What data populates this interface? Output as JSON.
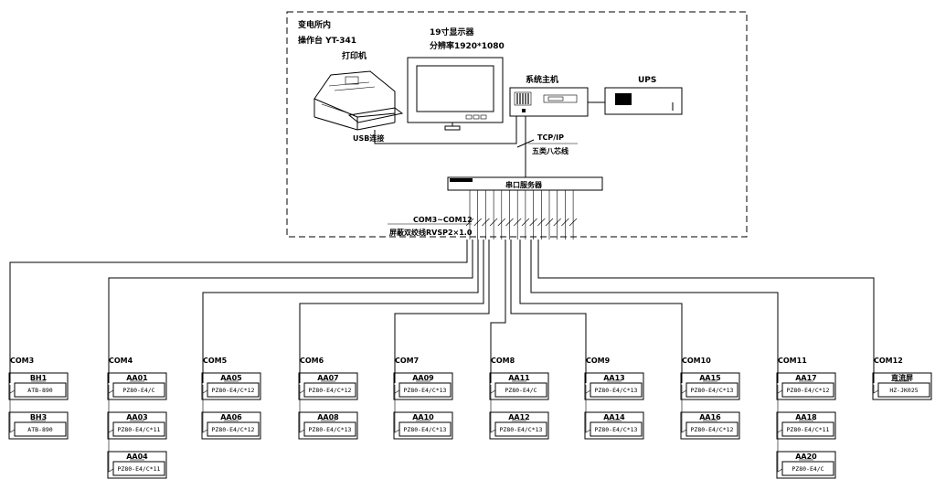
{
  "substation": {
    "title": "变电所内",
    "console": "操作台 YT-341",
    "monitor": "19寸显示器",
    "resolution": "分辨率1920*1080",
    "printer": "打印机",
    "host": "系统主机",
    "ups": "UPS",
    "usb": "USB连接",
    "tcp": "TCP/IP",
    "cable5": "五类八芯线",
    "server": "串口服务器",
    "com_range": "COM3~COM12",
    "shield_cable": "屏蔽双绞线RVSP2×1.0"
  },
  "columns": [
    {
      "com": "COM3",
      "devices": [
        {
          "name": "BH1",
          "model": "ATB-890"
        },
        {
          "name": "BH3",
          "model": "ATB-890"
        }
      ]
    },
    {
      "com": "COM4",
      "devices": [
        {
          "name": "AA01",
          "model": "PZ80-E4/C"
        },
        {
          "name": "AA03",
          "model": "PZ80-E4/C*11"
        },
        {
          "name": "AA04",
          "model": "PZ80-E4/C*11"
        }
      ]
    },
    {
      "com": "COM5",
      "devices": [
        {
          "name": "AA05",
          "model": "PZ80-E4/C*12"
        },
        {
          "name": "AA06",
          "model": "PZ80-E4/C*12"
        }
      ]
    },
    {
      "com": "COM6",
      "devices": [
        {
          "name": "AA07",
          "model": "PZ80-E4/C*12"
        },
        {
          "name": "AA08",
          "model": "PZ80-E4/C*13"
        }
      ]
    },
    {
      "com": "COM7",
      "devices": [
        {
          "name": "AA09",
          "model": "PZ80-E4/C*13"
        },
        {
          "name": "AA10",
          "model": "PZ80-E4/C*13"
        }
      ]
    },
    {
      "com": "COM8",
      "devices": [
        {
          "name": "AA11",
          "model": "PZ80-E4/C"
        },
        {
          "name": "AA12",
          "model": "PZ80-E4/C*13"
        }
      ]
    },
    {
      "com": "COM9",
      "devices": [
        {
          "name": "AA13",
          "model": "PZ80-E4/C*13"
        },
        {
          "name": "AA14",
          "model": "PZ80-E4/C*13"
        }
      ]
    },
    {
      "com": "COM10",
      "devices": [
        {
          "name": "AA15",
          "model": "PZ80-E4/C*13"
        },
        {
          "name": "AA16",
          "model": "PZ80-E4/C*12"
        }
      ]
    },
    {
      "com": "COM11",
      "devices": [
        {
          "name": "AA17",
          "model": "PZ80-E4/C*12"
        },
        {
          "name": "AA18",
          "model": "PZ80-E4/C*11"
        },
        {
          "name": "AA20",
          "model": "PZ80-E4/C"
        }
      ]
    },
    {
      "com": "COM12",
      "devices": [
        {
          "name": "直流屏",
          "model": "HZ-JK025"
        }
      ]
    }
  ]
}
